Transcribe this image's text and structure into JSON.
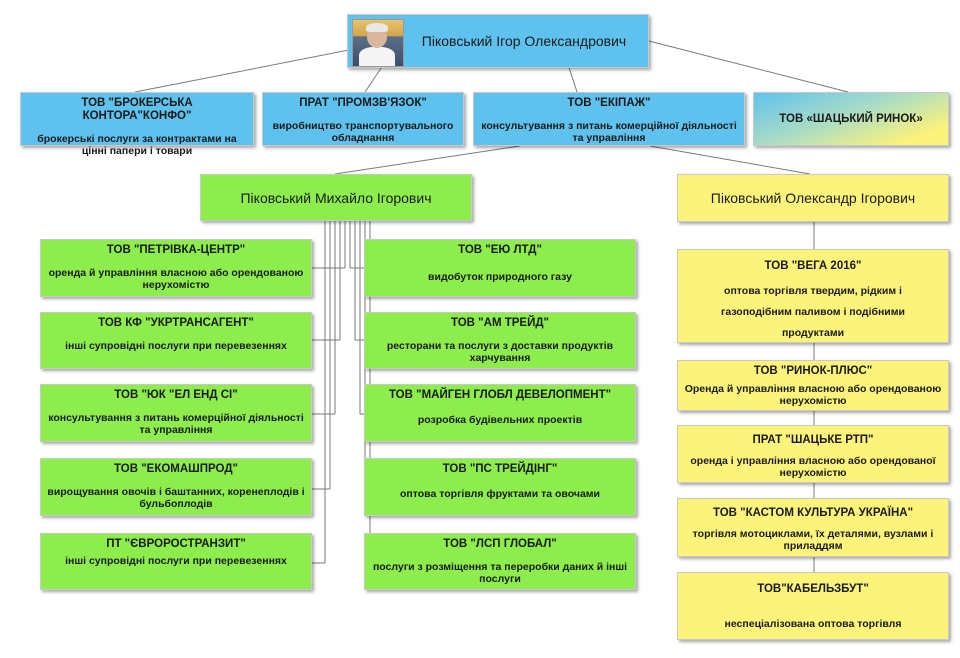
{
  "root": {
    "name": "Піковський Ігор Олександрович"
  },
  "companies_top": [
    {
      "title": "ТОВ \"БРОКЕРСЬКА КОНТОРА\"КОНФО\"",
      "desc": "брокерські послуги за контрактами на цінні папери і товари"
    },
    {
      "title": "ПРАТ \"ПРОМЗВ'ЯЗОК\"",
      "desc": "виробництво транспортувального обладнання"
    },
    {
      "title": "ТОВ \"ЕКІПАЖ\"",
      "desc": "консультування з питань комерційної діяльності та управління"
    },
    {
      "title": "ТОВ «ШАЦЬКИЙ РИНОК»",
      "desc": ""
    }
  ],
  "son1": {
    "name": "Піковський Михайло Ігорович"
  },
  "son2": {
    "name": "Піковський Олександр Ігорович"
  },
  "son1_left": [
    {
      "title": "ТОВ \"ПЕТРІВКА-ЦЕНТР\"",
      "desc": "оренда й управління власною або орендованою нерухомістю"
    },
    {
      "title": "ТОВ КФ \"УКРТРАНСАГЕНТ\"",
      "desc": "інші супровідні послуги при перевезеннях"
    },
    {
      "title": "ТОВ \"ЮК \"ЕЛ ЕНД СІ\"",
      "desc": "консультування з питань комерційної діяльності та управління"
    },
    {
      "title": "ТОВ \"ЕКОМАШПРОД\"",
      "desc": "вирощування овочів і баштанних, коренеплодів і бульбоплодів"
    },
    {
      "title": "ПТ \"ЄВРОРОСТРАНЗИТ\"",
      "desc": "інші супровідні послуги при перевезеннях"
    }
  ],
  "son1_right": [
    {
      "title": "ТОВ \"ЕЮ ЛТД\"",
      "desc": "видобуток природного газу"
    },
    {
      "title": "ТОВ \"АМ ТРЕЙД\"",
      "desc": "ресторани та послуги з доставки продуктів харчування"
    },
    {
      "title": "ТОВ \"МАЙГЕН ГЛОБЛ ДЕВЕЛОПМЕНТ\"",
      "desc": "розробка будівельних проектів"
    },
    {
      "title": "ТОВ \"ПС ТРЕЙДІНГ\"",
      "desc": "оптова торгівля фруктами та овочами"
    },
    {
      "title": "ТОВ \"ЛСП ГЛОБАЛ\"",
      "desc": "послуги з розміщення та переробки даних й інші послуги"
    }
  ],
  "son2_list": [
    {
      "title": "ТОВ \"ВЕГА 2016\"",
      "desc": "оптова торгівля твердим, рідким і газоподібним паливом і подібними продуктами"
    },
    {
      "title": "ТОВ \"РИНОК-ПЛЮС\"",
      "desc": "Оренда й управління власною або орендованою нерухомістю"
    },
    {
      "title": "ПРАТ \"ШАЦЬКЕ РТП\"",
      "desc": "оренда і управління власною або орендованої нерухомістю"
    },
    {
      "title": "ТОВ \"КАСТОМ КУЛЬТУРА УКРАЇНА\"",
      "desc": "торгівля мотоциклами, їх деталями, вузлами і приладдям"
    },
    {
      "title": "ТОВ\"КАБЕЛЬЗБУТ\"",
      "desc": "неспеціалізована оптова торгівля"
    }
  ],
  "colors": {
    "green": "#8ced4c",
    "blue": "#5fc2ee",
    "yellow": "#fcf37a",
    "line": "#7a7a7a"
  },
  "icons": {
    "root_photo": "portrait-photo"
  }
}
